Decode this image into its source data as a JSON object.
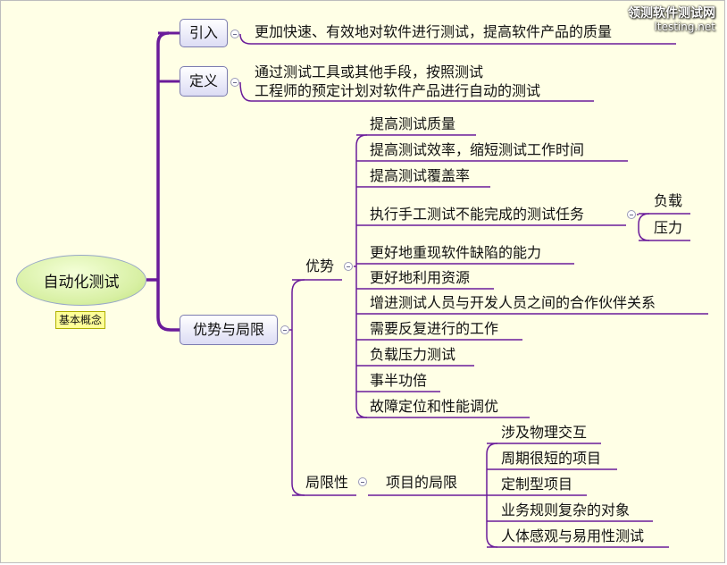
{
  "central": {
    "title": "自动化测试",
    "note": "基本概念"
  },
  "watermark": {
    "line1": "领测软件测试网",
    "line2": "ltesting.net"
  },
  "branches": {
    "intro": {
      "label": "引入",
      "text": "更加快速、有效地对软件进行测试，提高软件产品的质量"
    },
    "definition": {
      "label": "定义",
      "text_line1": "通过测试工具或其他手段，按照测试",
      "text_line2": "工程师的预定计划对软件产品进行自动的测试"
    },
    "pros_cons": {
      "label": "优势与局限",
      "advantages": {
        "label": "优势",
        "items": [
          "提高测试质量",
          "提高测试效率，缩短测试工作时间",
          "提高测试覆盖率",
          "执行手工测试不能完成的测试任务",
          "更好地重现软件缺陷的能力",
          "更好地利用资源",
          "增进测试人员与开发人员之间的合作伙伴关系",
          "需要反复进行的工作",
          "负载压力测试",
          "事半功倍",
          "故障定位和性能调优"
        ],
        "manual_sub": [
          "负载",
          "压力"
        ]
      },
      "limitations": {
        "label": "局限性",
        "project_label": "项目的局限",
        "items": [
          "涉及物理交互",
          "周期很短的项目",
          "定制型项目",
          "业务规则复杂的对象",
          "人体感观与易用性测试"
        ]
      }
    }
  },
  "colors": {
    "connector": "#6a1b9a",
    "underline": "#6a1b9a",
    "topic_border": "#7c7cb0",
    "background": "#ffffe6"
  }
}
